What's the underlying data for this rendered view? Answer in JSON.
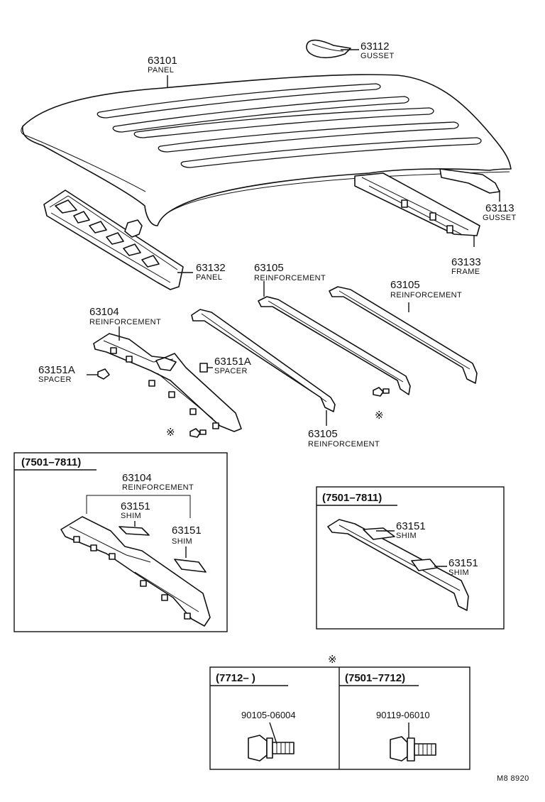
{
  "parts": [
    {
      "number": "63112",
      "name": "GUSSET"
    },
    {
      "number": "63101",
      "name": "PANEL"
    },
    {
      "number": "63113",
      "name": "GUSSET"
    },
    {
      "number": "63133",
      "name": "FRAME"
    },
    {
      "number": "63132",
      "name": "PANEL"
    },
    {
      "number": "63105",
      "name": "REINFORCEMENT"
    },
    {
      "number": "63105",
      "name": "REINFORCEMENT"
    },
    {
      "number": "63104",
      "name": "REINFORCEMENT"
    },
    {
      "number": "63151A",
      "name": "SPACER"
    },
    {
      "number": "63151A",
      "name": "SPACER"
    },
    {
      "number": "63105",
      "name": "REINFORCEMENT"
    }
  ],
  "inset_left": {
    "range": "(7501–7811)",
    "parts": [
      {
        "number": "63104",
        "name": "REINFORCEMENT"
      },
      {
        "number": "63151",
        "name": "SHIM"
      },
      {
        "number": "63151",
        "name": "SHIM"
      }
    ]
  },
  "inset_right": {
    "range": "(7501–7811)",
    "parts": [
      {
        "number": "63151",
        "name": "SHIM"
      },
      {
        "number": "63151",
        "name": "SHIM"
      }
    ]
  },
  "bolt_table": {
    "mark": "※",
    "left_range": "(7712–        )",
    "left_part": "90105-06004",
    "right_range": "(7501–7712)",
    "right_part": "90119-06010"
  },
  "marks": [
    "※",
    "※"
  ],
  "footer_code": "M8 8920"
}
